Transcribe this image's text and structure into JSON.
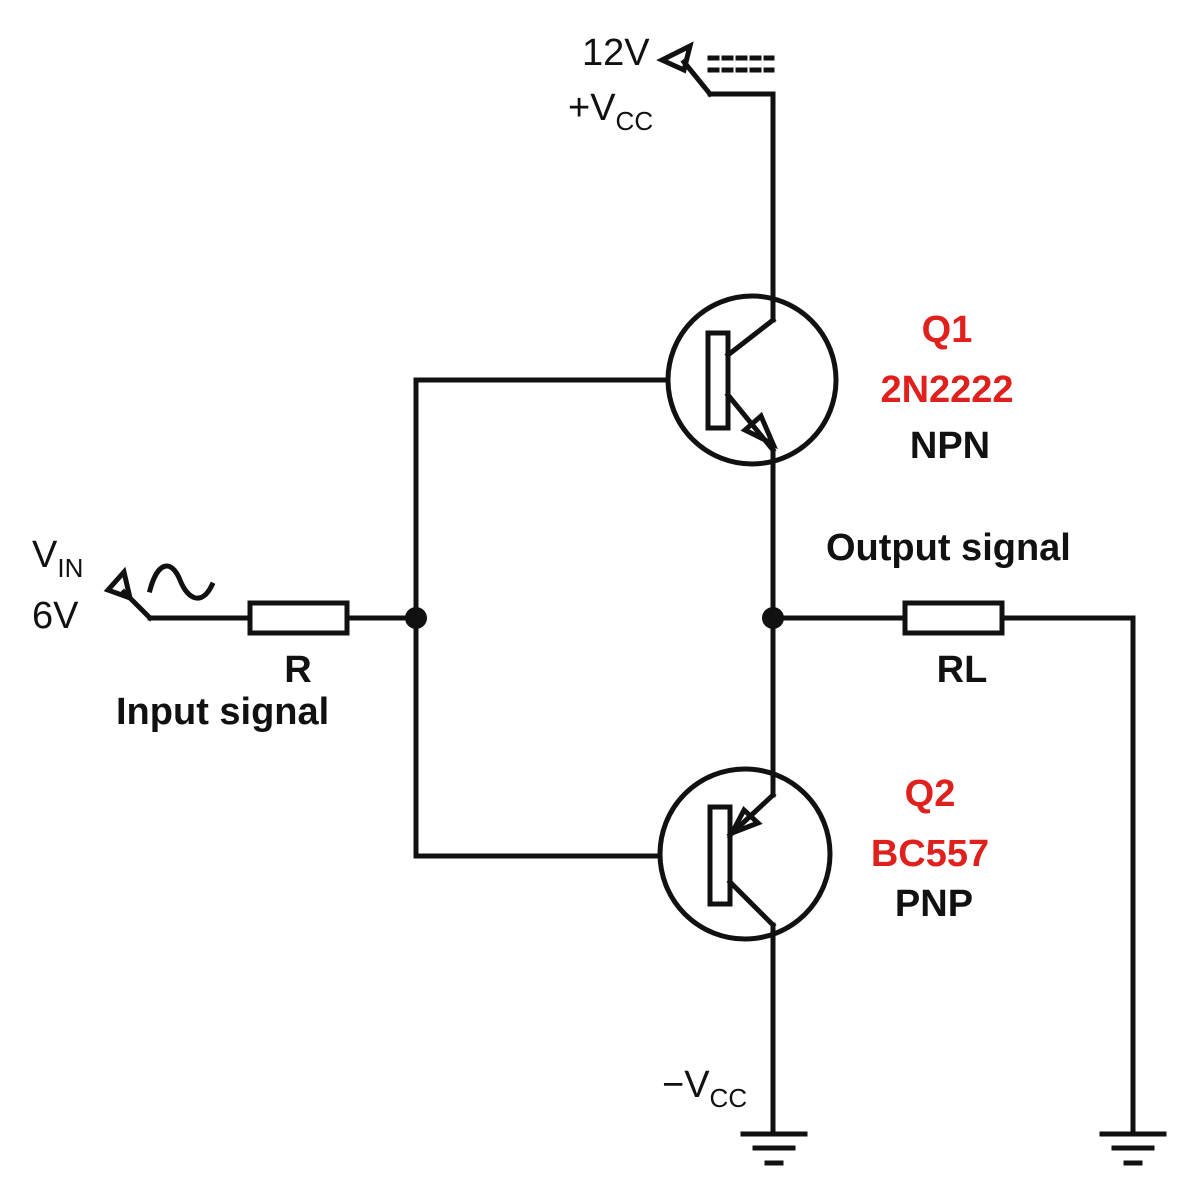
{
  "supply": {
    "voltage": "12V",
    "vcc_pos_main": "+V",
    "vcc_pos_sub": "CC",
    "vcc_neg_main": "−V",
    "vcc_neg_sub": "CC"
  },
  "input": {
    "vin_main": "V",
    "vin_sub": "IN",
    "vin_voltage": "6V",
    "resistor_label": "R",
    "signal_label": "Input signal"
  },
  "output": {
    "signal_label": "Output signal",
    "resistor_label": "RL"
  },
  "q1": {
    "name": "Q1",
    "part": "2N2222",
    "type": "NPN"
  },
  "q2": {
    "name": "Q2",
    "part": "BC557",
    "type": "PNP"
  },
  "colors": {
    "wire": "#111111",
    "part_label": "#e0201c"
  },
  "icons": {
    "ac_source": "sine-wave-icon",
    "ground": "ground-icon",
    "terminal": "terminal-arrow-icon"
  }
}
